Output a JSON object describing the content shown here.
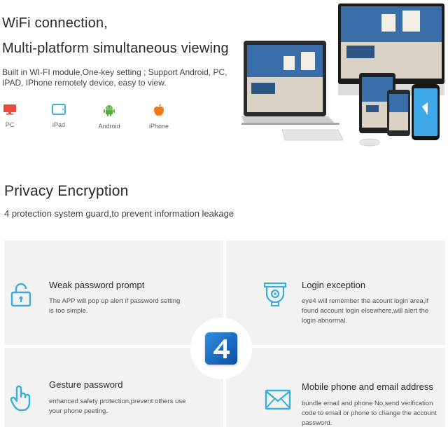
{
  "wifi": {
    "title_line1": "WiFi connection,",
    "title_line2": "Multi-platform simultaneous viewing",
    "description": "Built in WI-FI module,One-key setting ; Support Android, PC, IPAD, IPhone remotely device, easy to view.",
    "platforms": [
      {
        "label": "PC",
        "icon": "monitor-icon",
        "color": "#e84c3d"
      },
      {
        "label": "iPad",
        "icon": "tablet-icon",
        "color": "#3bb0d8"
      },
      {
        "label": "Android",
        "icon": "android-icon",
        "color": "#5aac3a"
      },
      {
        "label": "iPhone",
        "icon": "apple-icon",
        "color": "#f07a1a"
      }
    ]
  },
  "privacy": {
    "title": "Privacy Encryption",
    "subtitle": "4 protection system guard,to prevent information leakage",
    "features": [
      {
        "title": "Weak password prompt",
        "description": "The APP will pop up alert if password setting is too simple.",
        "icon": "lock-icon"
      },
      {
        "title": "Login exception",
        "description": "eye4 will remember the acount login area,if found account login elsewhere,will alert the login abnormal.",
        "icon": "camera-shield-icon"
      },
      {
        "title": "Gesture password",
        "description": "enhanced safety protection,prevent others use your phone peeting.",
        "icon": "hand-pointer-icon"
      },
      {
        "title": "Mobile phone and email address",
        "description": "bundle email and phone No,send verification code to email or phone to change the account password.",
        "icon": "envelope-icon"
      }
    ],
    "accent_color": "#3aaed8"
  }
}
